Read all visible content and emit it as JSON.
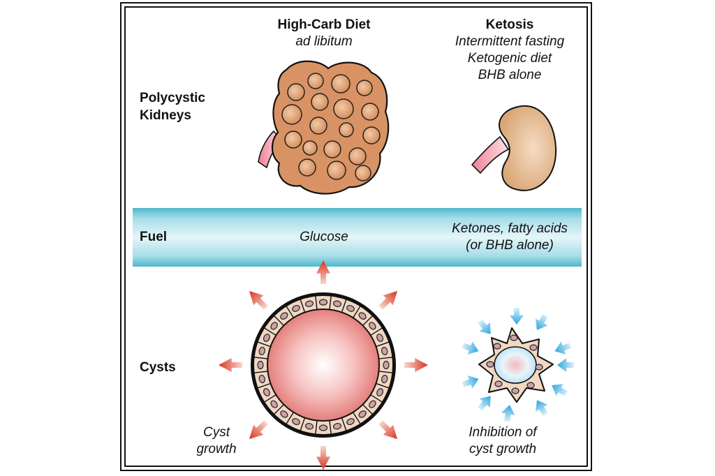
{
  "columns": {
    "high_carb": {
      "title": "High-Carb Diet",
      "subtitle": "ad libitum"
    },
    "ketosis": {
      "title": "Ketosis",
      "subtitle_lines": [
        "Intermittent fasting",
        "Ketogenic diet",
        "BHB alone"
      ]
    }
  },
  "rows": {
    "kidneys": {
      "label_lines": [
        "Polycystic",
        "Kidneys"
      ]
    },
    "fuel": {
      "label": "Fuel",
      "glucose": "Glucose",
      "ketones_lines": [
        "Ketones, fatty acids",
        "(or BHB alone)"
      ]
    },
    "cysts": {
      "label": "Cysts"
    }
  },
  "captions": {
    "cyst_growth_lines": [
      "Cyst",
      "growth"
    ],
    "inhibition_lines": [
      "Inhibition of",
      "cyst growth"
    ]
  },
  "colors": {
    "fuel_band": "#4fb7cc",
    "kidney_polycystic": "#d99263",
    "kidney_normal": "#e2b88c",
    "growth_arrow": "#d9412b",
    "inhibition_arrow": "#39aee0",
    "cyst_lumen": "#e98d8d"
  }
}
